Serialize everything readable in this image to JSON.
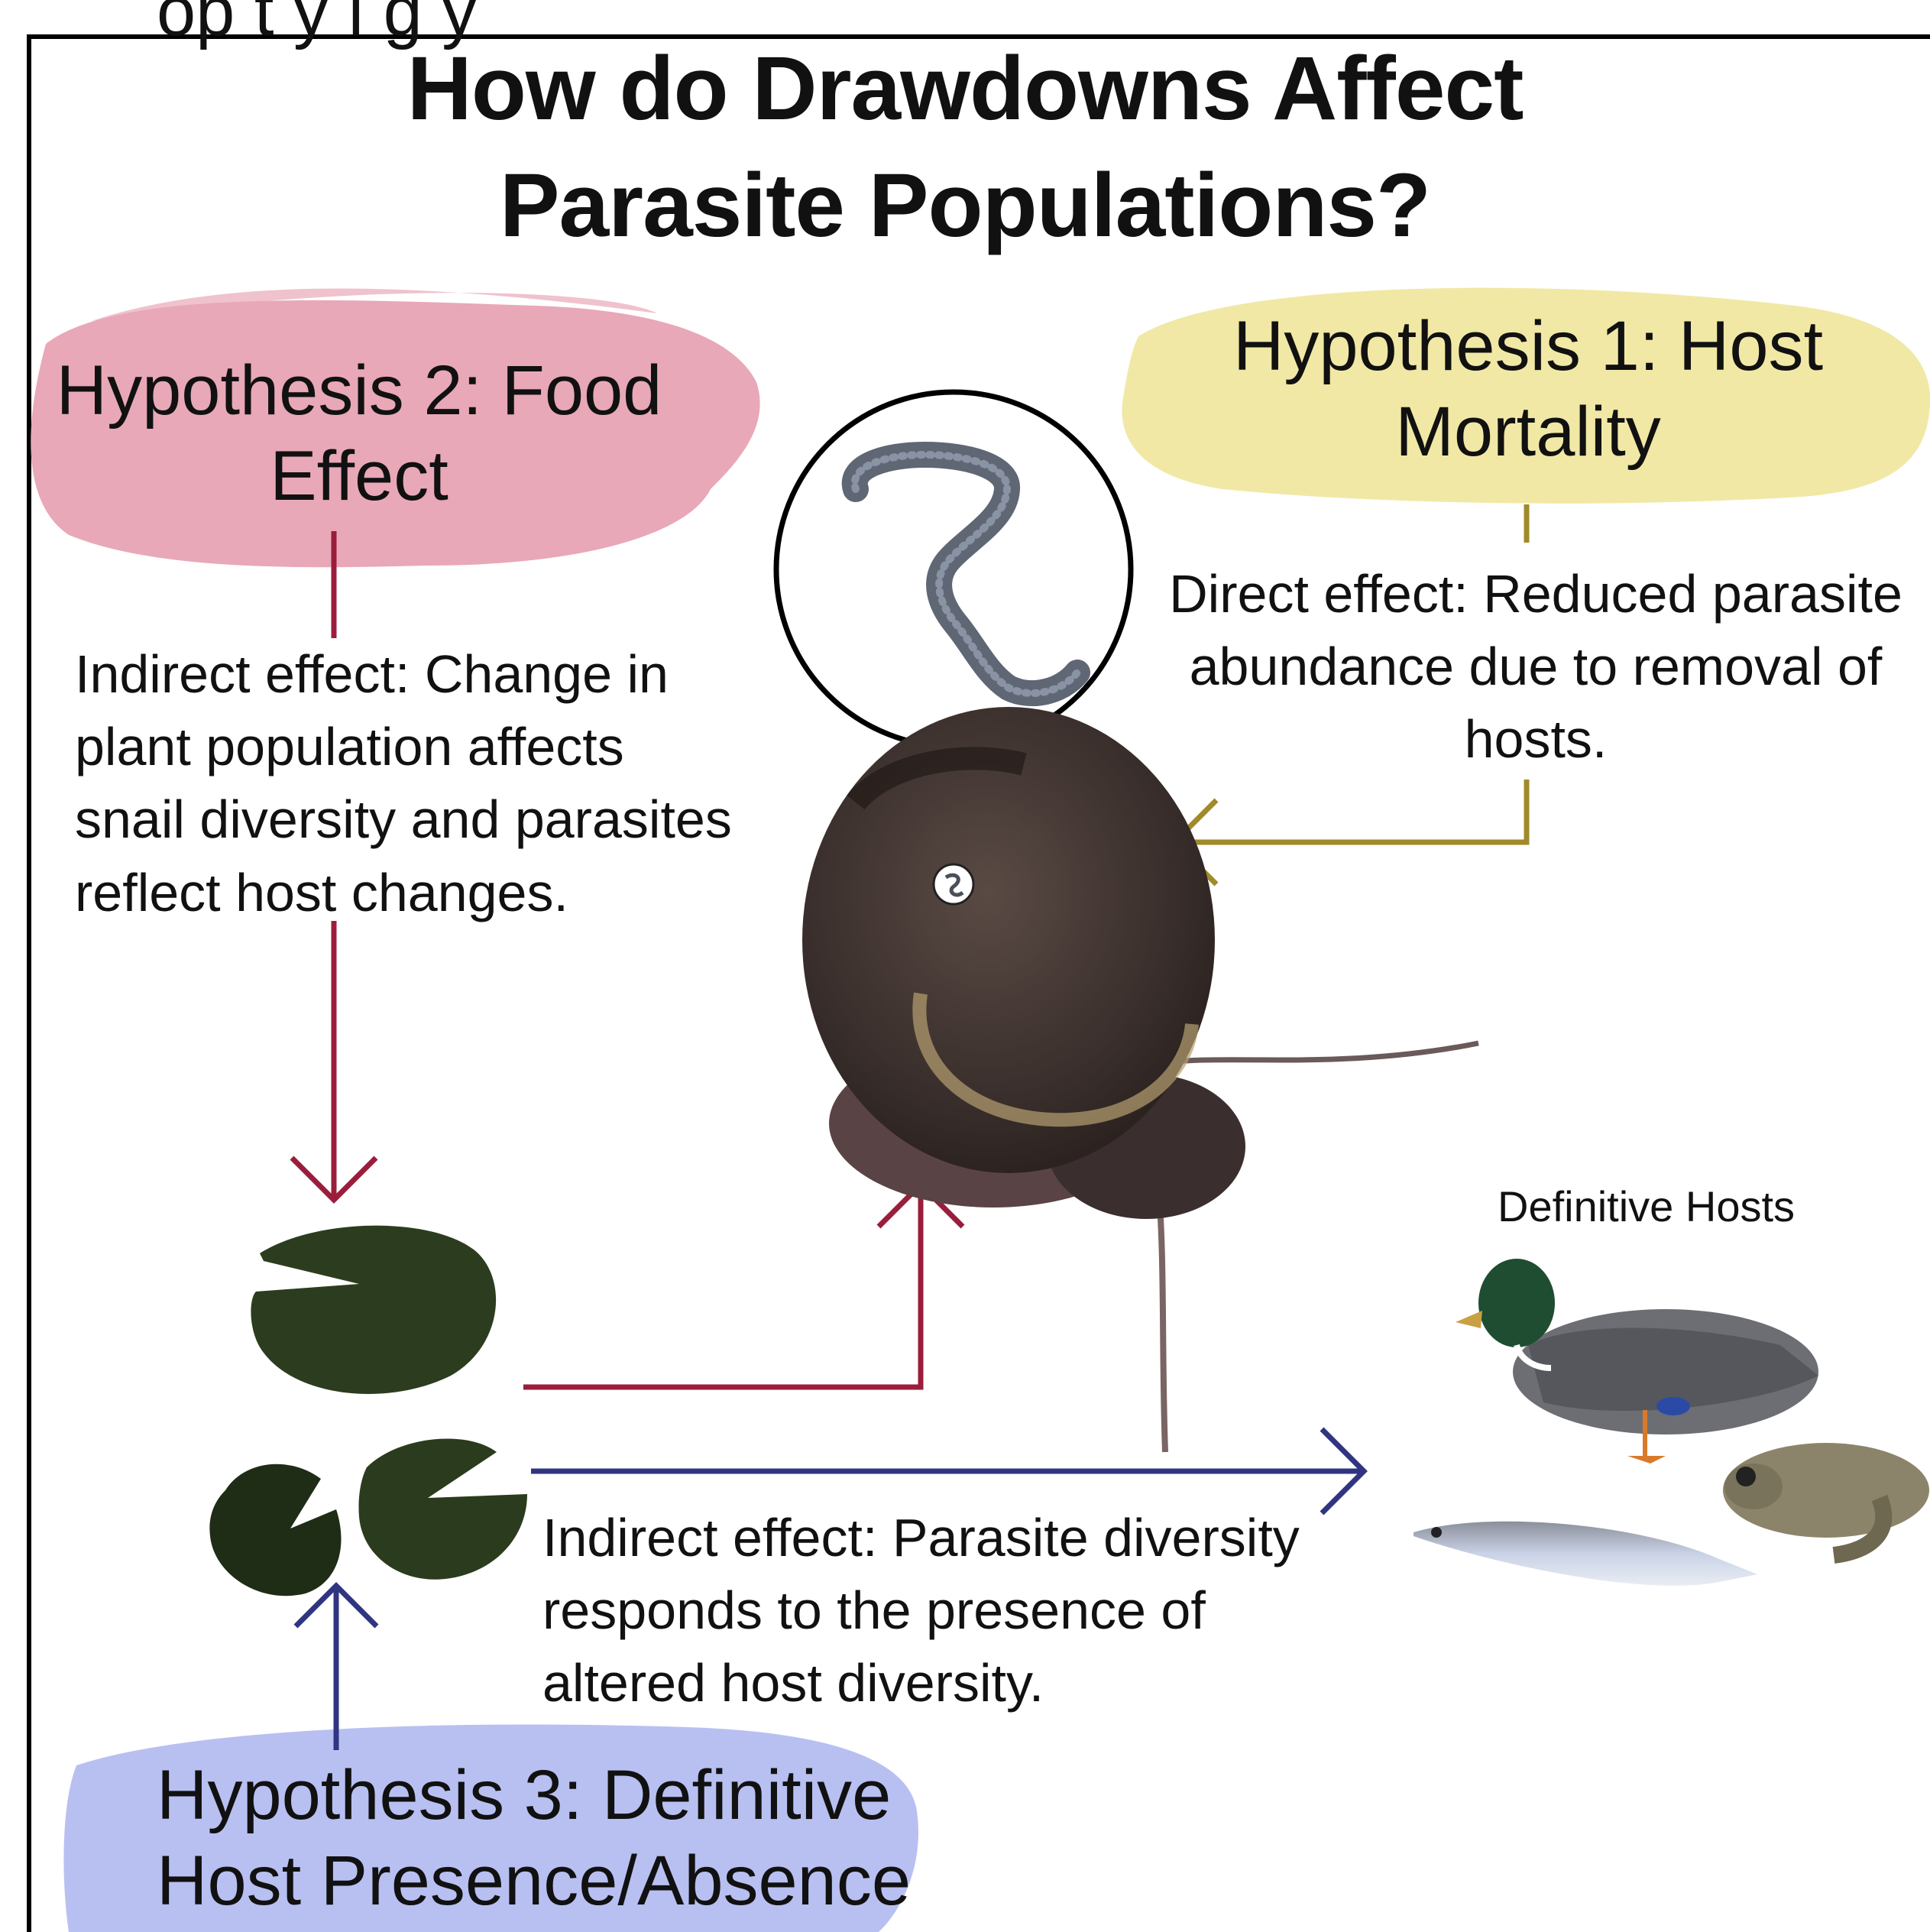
{
  "top_cut_text": "op   t   y   l   g y",
  "title_line1": "How do Drawdowns Affect",
  "title_line2": "Parasite Populations?",
  "hypothesis1": {
    "title_line1": "Hypothesis 1: Host",
    "title_line2": "Mortality",
    "text_lines": [
      "Direct effect: Reduced parasite",
      "abundance due to removal of",
      "hosts."
    ],
    "color": "#a08a2a",
    "brush_color": "#f1e8a6"
  },
  "hypothesis2": {
    "title_line1": "Hypothesis 2: Food",
    "title_line2": "Effect",
    "text_lines": [
      "Indirect effect: Change in",
      "plant population affects",
      "snail diversity and parasites",
      "reflect host changes."
    ],
    "color": "#9a1e3c",
    "brush_color": "#e8a8b8"
  },
  "hypothesis3": {
    "title_line1": "Hypothesis 3: Definitive",
    "title_line2": "Host Presence/Absence",
    "text_lines": [
      "Indirect effect: Parasite diversity",
      "responds to the presence of",
      "altered host diversity."
    ],
    "color": "#2f3580",
    "brush_color": "#b8c0f2"
  },
  "definitive_hosts_label": "Definitive Hosts",
  "icons": [
    "parasite-worm-icon",
    "snail-icon",
    "lily-pad-icon",
    "duck-icon",
    "fish-icon",
    "frog-icon",
    "arrow-icon"
  ]
}
